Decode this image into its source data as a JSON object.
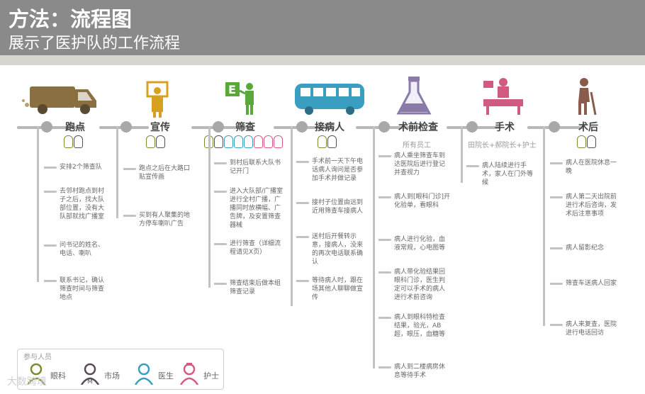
{
  "header": {
    "title": "方法：流程图",
    "subtitle": "展示了医护队的工作流程"
  },
  "colors": {
    "doctor": "#7e8a2e",
    "market": "#5a4a5a",
    "health": "#3a9ec0",
    "nurse": "#d9587e",
    "van": "#8a7040",
    "flyer": "#d8a020",
    "screen": "#5aa83a",
    "bus": "#3a9ec0",
    "flask": "#8a7aa8",
    "surgery": "#d05a80",
    "elder": "#8a5a4a"
  },
  "columns": [
    {
      "title": "跑点",
      "icon": "van-icon",
      "steps": [
        "安排2个筛查队",
        "去邻村跑点到村子之后，找大队部位置，没有大队部就找广播室",
        "问书记的姓名、电话、喇叭",
        "联系书记，确认筛查时间与筛查地点"
      ]
    },
    {
      "title": "宣传",
      "icon": "flyer-icon",
      "steps": [
        "跑点之后在大路口贴宣传画",
        "买到有人聚集的地方停车喇叭广告"
      ]
    },
    {
      "title": "筛查",
      "icon": "eye-chart-icon",
      "steps": [
        "到村后联系大队书记开门",
        "进入大队部/广播室进行全村广播，广播同时放横幅、广告牌，及安置筛查器械",
        "进行筛查（详细流程请见X页）",
        "筛查结束后做本组筛查记录"
      ]
    },
    {
      "title": "接病人",
      "icon": "bus-icon",
      "steps": [
        "手术前一天下午电话病人询问是否参加手术并做记录",
        "接村子位置由远到近用筛查车接病人",
        "送村后开餐转示意，接病人，没来的再次电话联系确认",
        "等待病人时，跟在场其他人聊聊做宣传"
      ]
    },
    {
      "title": "术前检查",
      "icon": "flask-icon",
      "subtitle": "所有员工",
      "steps": [
        "病人乘坐筛查车到达医院后进行登记并查视力",
        "病人到[眼科门诊]开化验单，看眼科",
        "病人进行化验，血液常规，心电图等",
        "病人带化验结果回眼科门诊，医生判定可以手术的病人进行术前咨询",
        "病人到眼科特检查结果，验光，AB超，眼压，血糖等",
        "病人到二楼病房休息等待手术"
      ]
    },
    {
      "title": "手术",
      "icon": "surgery-icon",
      "subtitle": "田院长+郝院长+护士",
      "steps": [
        "病人陆续进行手术，家人在门外等候"
      ]
    },
    {
      "title": "术后",
      "icon": "elder-icon",
      "steps": [
        "病人在医院休息一晚",
        "病人第二天出院前进行术后咨询，发术后注意事项",
        "病人留影纪念",
        "筛查车送病人回家",
        "病人来复查，医院进行电话回访"
      ]
    }
  ],
  "legend": {
    "title": "参与人员",
    "items": [
      {
        "label": "眼科",
        "icon": "doctor-icon"
      },
      {
        "label": "市场",
        "icon": "market-icon"
      },
      {
        "label": "医生",
        "icon": "health-icon"
      },
      {
        "label": "护士",
        "icon": "nurse-icon"
      }
    ]
  },
  "watermark": "大数跨境"
}
